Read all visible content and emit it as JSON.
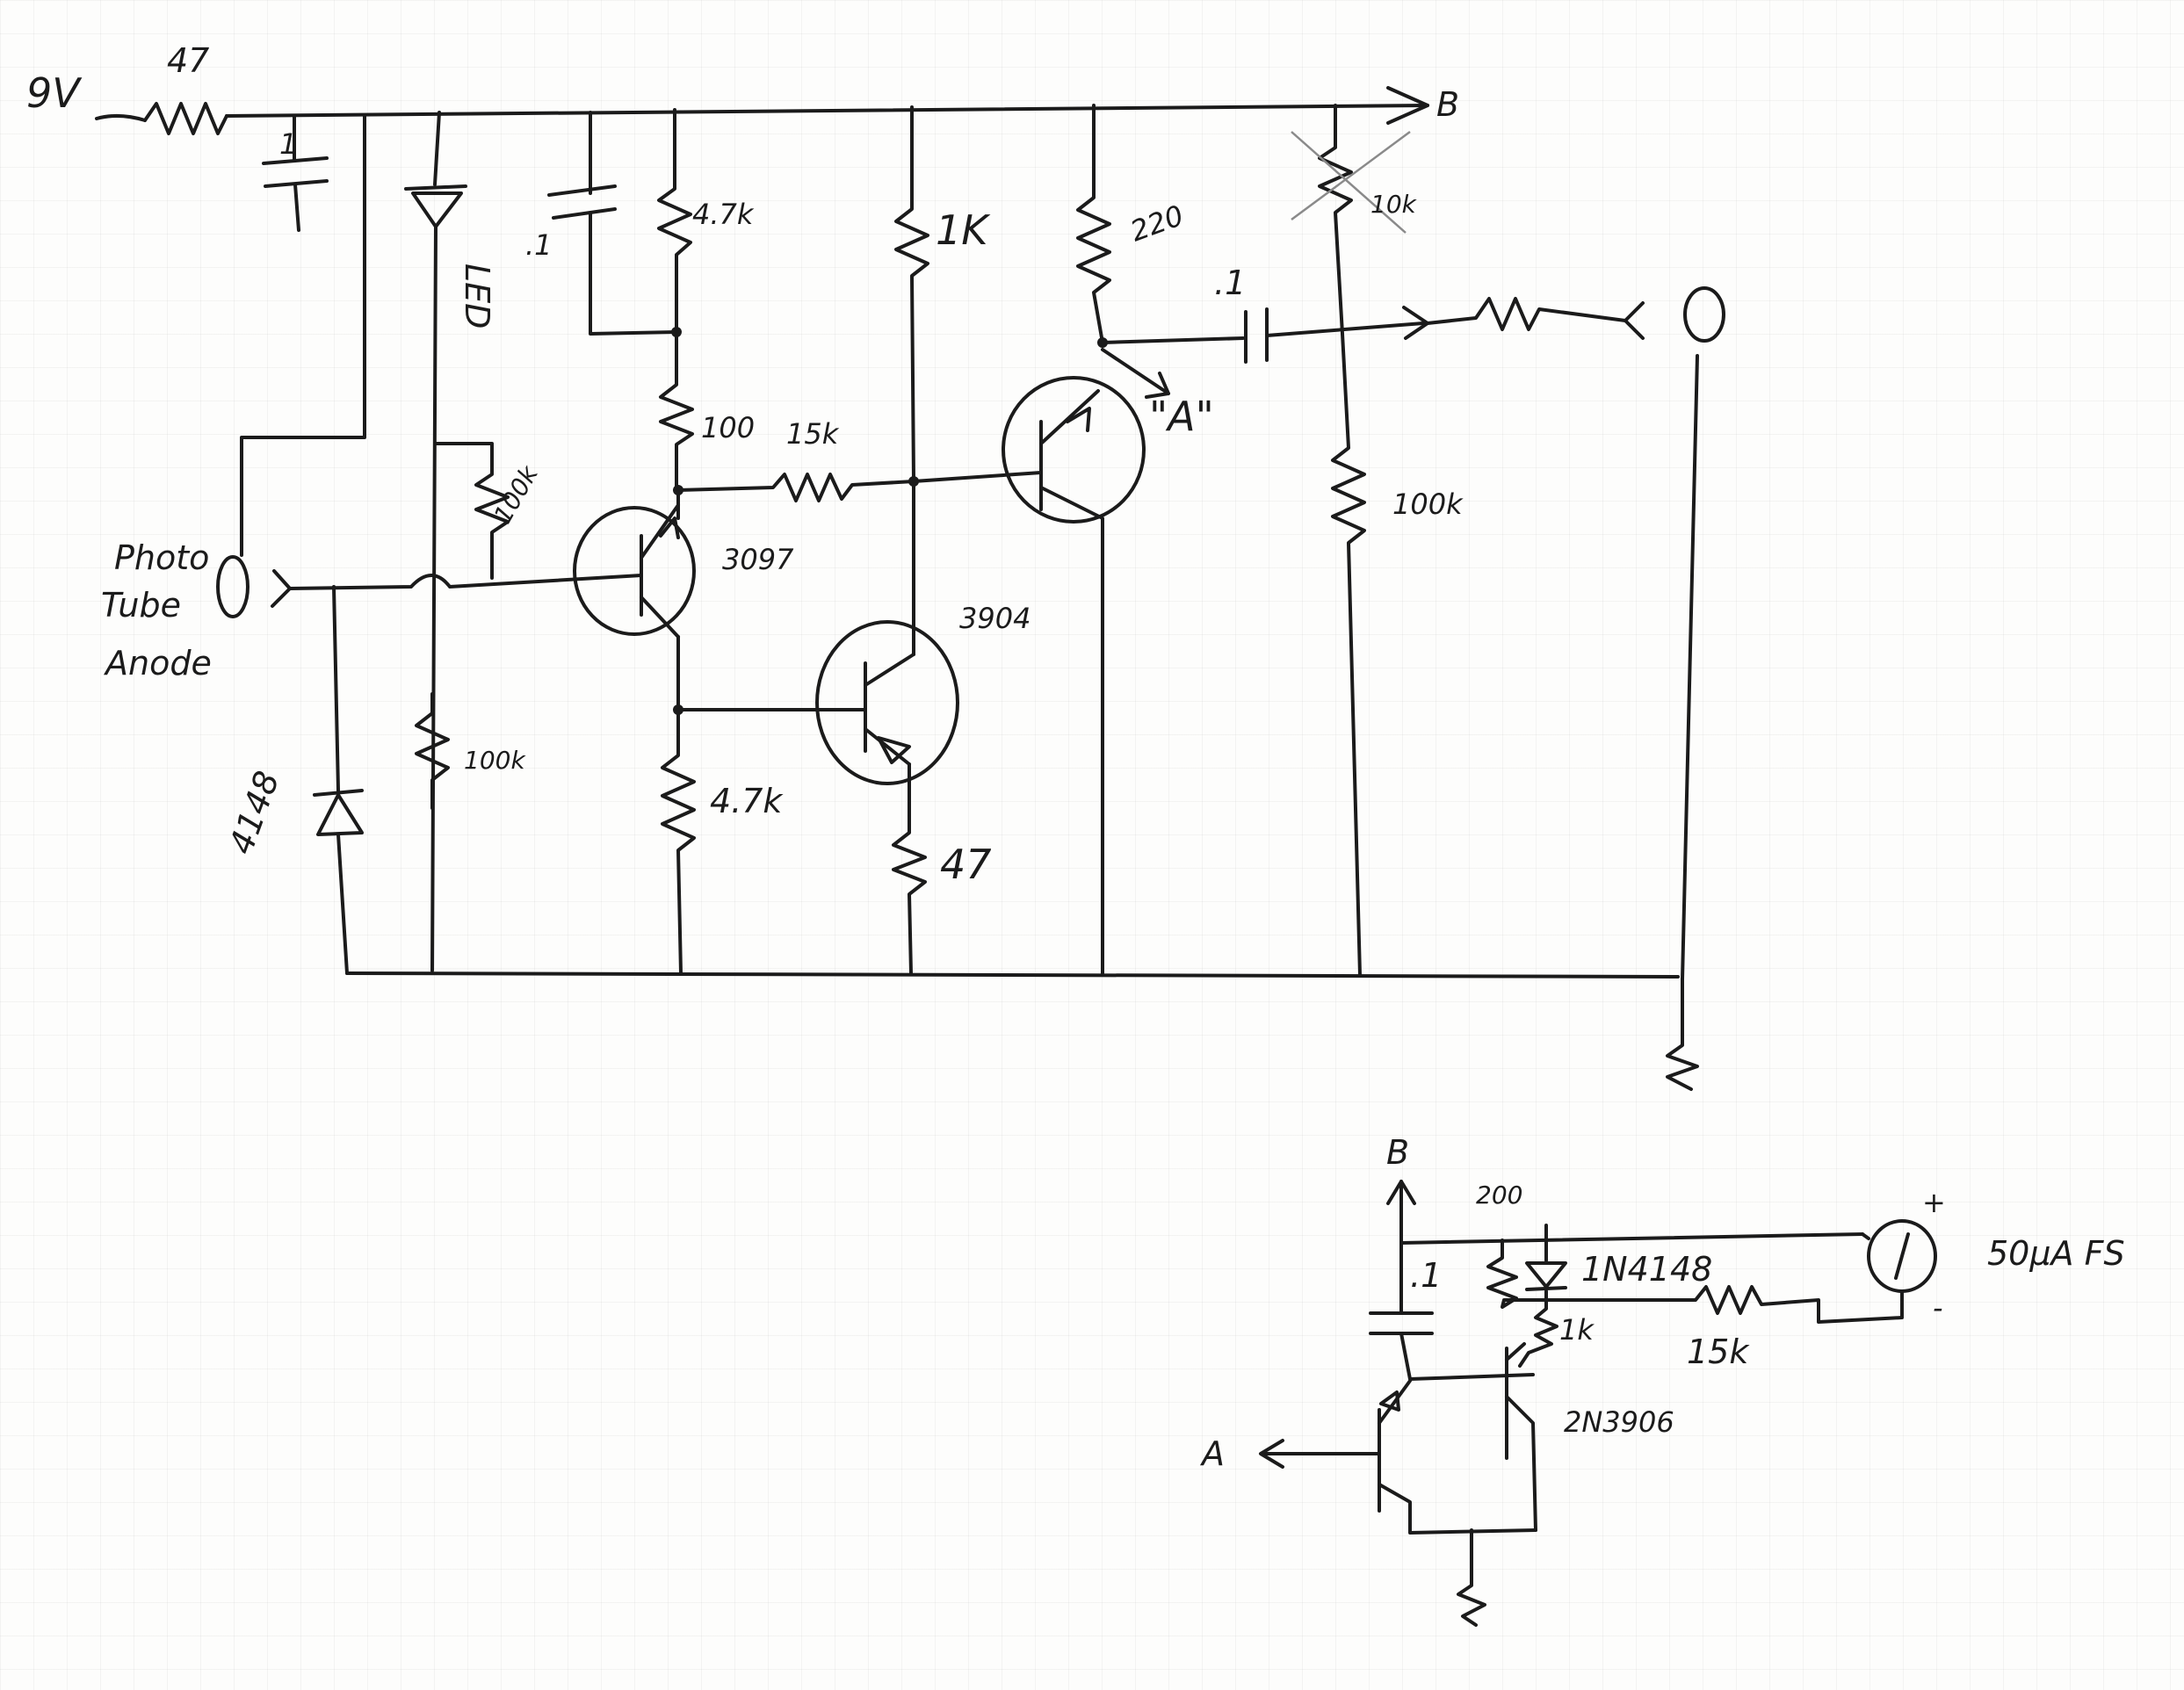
{
  "supply": {
    "voltage": "9V",
    "series_resistor": "47",
    "bus_label": "B"
  },
  "input": {
    "label_line1": "Photo",
    "label_line2": "Tube",
    "label_line3": "Anode",
    "diode": "4148"
  },
  "labels": {
    "c_left": "1",
    "led": "LED",
    "c_mid": ".1",
    "r_47k_top": "4.7k",
    "r_100": "100",
    "r_15k": "15k",
    "r_1k": "1K",
    "r_220": "220",
    "r_10k": "10k",
    "c_out": ".1",
    "r_100k_fb": "100k",
    "r_100k_bias": "100k",
    "r_4_7k_bot": "4.7k",
    "r_47_emit": "47",
    "r_100k_out": "100k",
    "q1": "3097",
    "q2": "3904",
    "node_a": "\"A\""
  },
  "meter_circuit": {
    "bus": "B",
    "r_200": "200",
    "c": ".1",
    "diode": "1N4148",
    "r_1k": "1k",
    "r_15k": "15k",
    "transistor": "2N3906",
    "input": "A",
    "meter": "50µA FS",
    "plus": "+",
    "minus": "-"
  }
}
